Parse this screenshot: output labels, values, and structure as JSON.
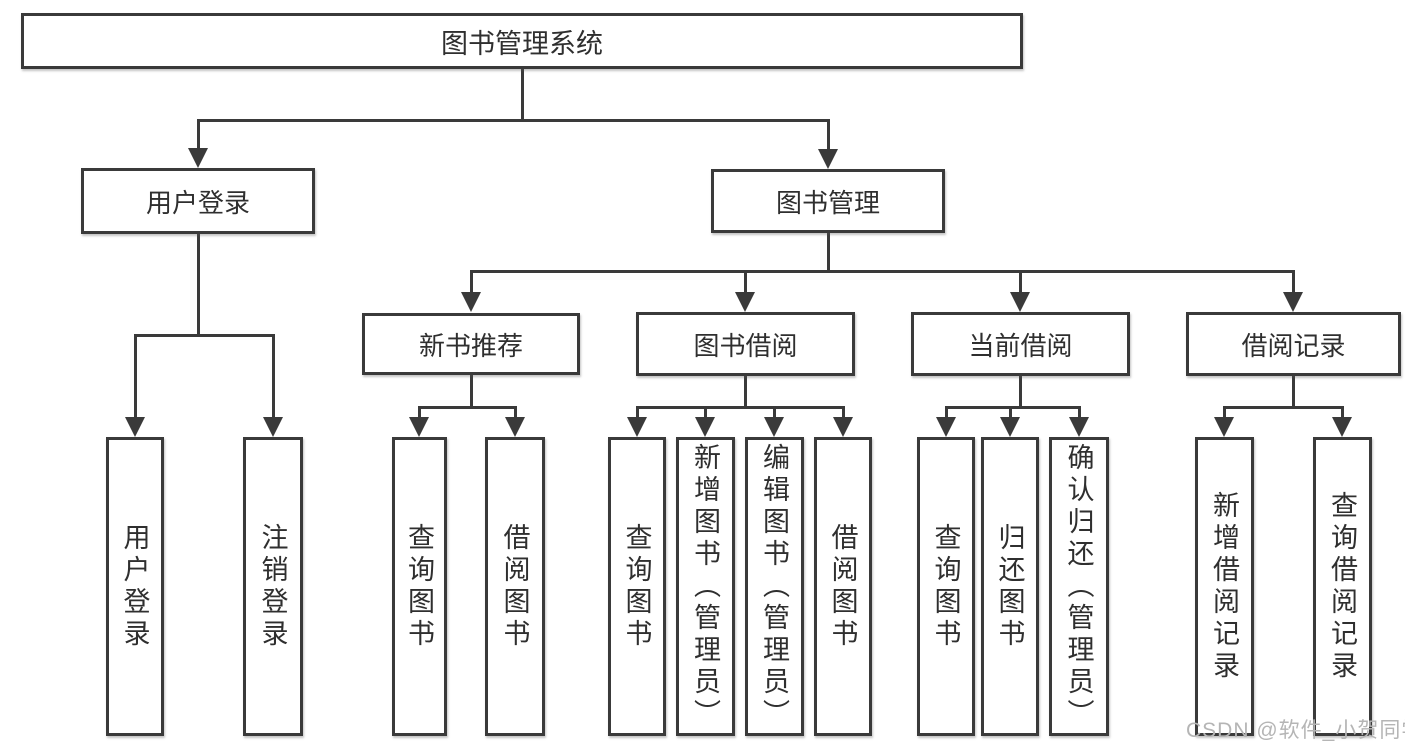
{
  "tree": {
    "root": {
      "label": "图书管理系统"
    },
    "branches": [
      {
        "label": "用户登录",
        "children": [
          {
            "label": "用户登录"
          },
          {
            "label": "注销登录"
          }
        ]
      },
      {
        "label": "图书管理",
        "sections": [
          {
            "label": "新书推荐",
            "children": [
              {
                "label": "查询图书"
              },
              {
                "label": "借阅图书"
              }
            ]
          },
          {
            "label": "图书借阅",
            "children": [
              {
                "label": "查询图书"
              },
              {
                "label": "新增图书（管理员）"
              },
              {
                "label": "编辑图书（管理员）"
              },
              {
                "label": "借阅图书"
              }
            ]
          },
          {
            "label": "当前借阅",
            "children": [
              {
                "label": "查询图书"
              },
              {
                "label": "归还图书"
              },
              {
                "label": "确认归还（管理员）"
              }
            ]
          },
          {
            "label": "借阅记录",
            "children": [
              {
                "label": "新增借阅记录"
              },
              {
                "label": "查询借阅记录"
              }
            ]
          }
        ]
      }
    ]
  },
  "watermark": {
    "text": "CSDN @软件_小贺同学"
  },
  "colors": {
    "line": "#3a3a3a",
    "border": "#3a3a3a",
    "text": "#2f2f2f",
    "background": "#ffffff",
    "watermark": "#b5b5b5"
  }
}
